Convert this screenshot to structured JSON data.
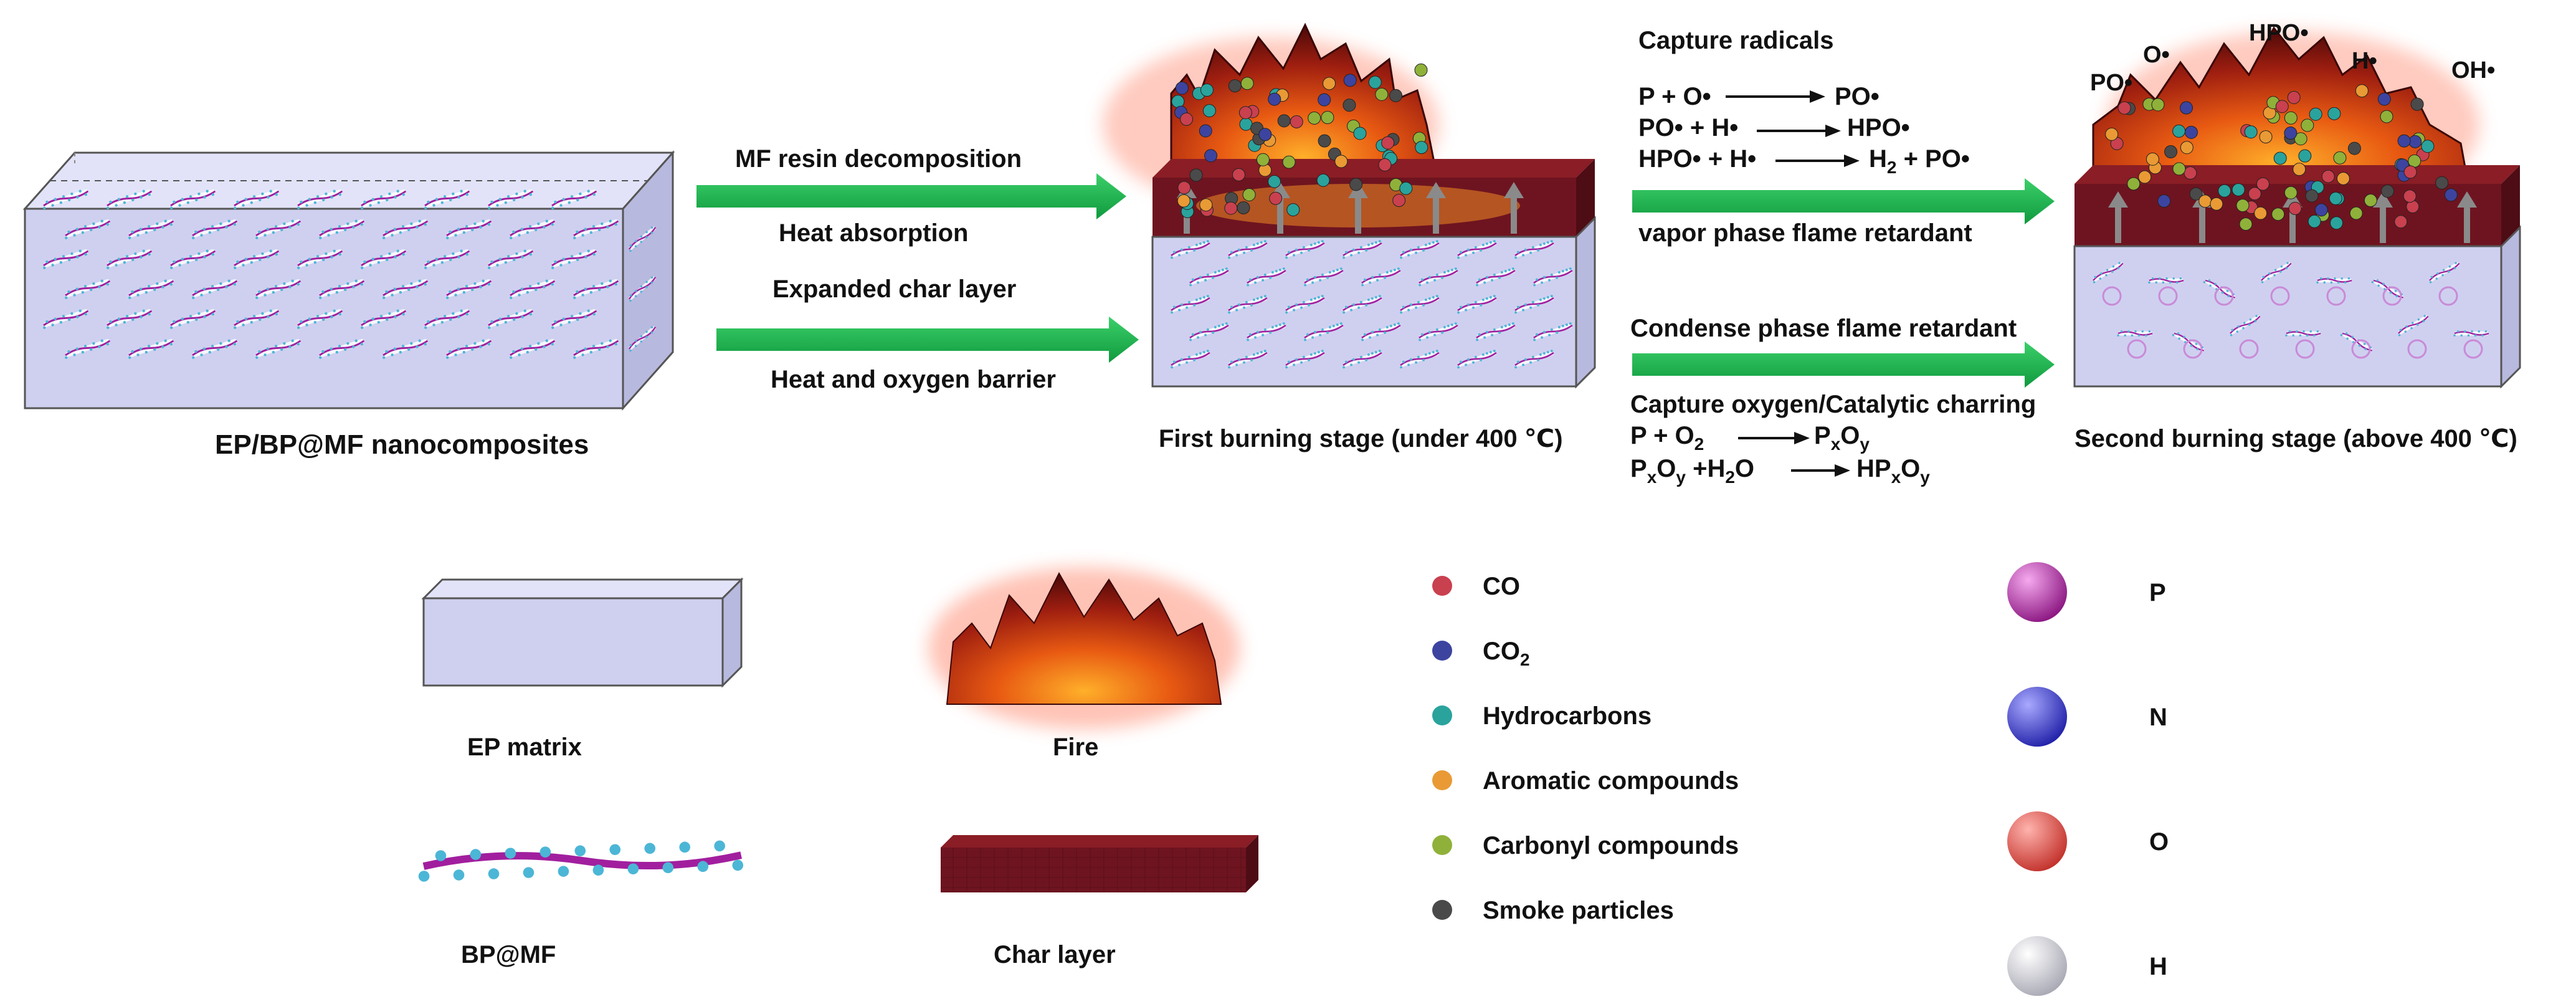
{
  "stages": {
    "composite": "EP/BP@MF nanocomposites",
    "first": "First burning stage (under 400 ℃)",
    "second": "Second burning stage (above 400 ℃)"
  },
  "arrows": {
    "upper_top": "MF resin decomposition",
    "upper_bottom": "Heat absorption",
    "lower_top": "Expanded char layer",
    "lower_bottom": "Heat and oxygen barrier",
    "vapor": "vapor phase flame retardant",
    "condense": "Condense phase flame retardant"
  },
  "vapor_phase": {
    "heading": "Capture radicals",
    "r1_left": "P + O•",
    "r1_right": "PO•",
    "r2_left": "PO• + H•",
    "r2_right": "HPO•",
    "r3_left": "HPO• + H•",
    "r3_right_a": "H",
    "r3_right_sub": "2",
    "r3_right_b": " + PO•"
  },
  "condensed_phase": {
    "heading": "Capture oxygen/Catalytic charring",
    "r1_left_a": "P + O",
    "r1_left_sub": "2",
    "r2_left_b": " +H",
    "r2_left_sub3": "2",
    "r2_left_c": "O",
    "r2_right_a": "HP"
  },
  "radicals": [
    "PO•",
    "O•",
    "HPO•",
    "H•",
    "OH•"
  ],
  "subscripts": {
    "x": "x",
    "y": "y",
    "P": "P",
    "O": "O"
  },
  "legend": {
    "ep_matrix": "EP matrix",
    "fire": "Fire",
    "bpmf": "BP@MF",
    "char": "Char layer",
    "gases": [
      {
        "label": "CO",
        "color": "#c9404f"
      },
      {
        "label": "CO",
        "sub": "2",
        "color": "#3c44a0"
      },
      {
        "label": "Hydrocarbons",
        "color": "#2aa39d"
      },
      {
        "label": "Aromatic compounds",
        "color": "#e99a34"
      },
      {
        "label": "Carbonyl compounds",
        "color": "#8fb13a"
      },
      {
        "label": "Smoke particles",
        "color": "#4a4a4a"
      }
    ],
    "atoms": [
      {
        "label": "P",
        "color": "#b0279e"
      },
      {
        "label": "N",
        "color": "#3a3ad0"
      },
      {
        "label": "O",
        "color": "#e0504a"
      },
      {
        "label": "H",
        "color": "#d2d2da"
      }
    ]
  },
  "colors": {
    "arrow": "#16b04a",
    "box_front": "#cfd0ef",
    "box_top": "#e2e3f8",
    "box_side": "#b8b9de",
    "char": "#6e1420",
    "fire": "#c63b10",
    "molecule": "#a11f9e"
  }
}
